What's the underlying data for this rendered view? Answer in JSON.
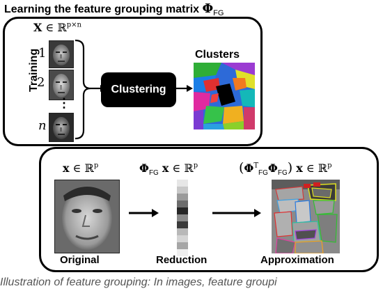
{
  "title": {
    "text": "Learning the feature grouping matrix",
    "symbol": "Φ",
    "subscript": "FG"
  },
  "top_panel": {
    "x_label_bold": "X",
    "x_label_rest": " ∈ ℝ",
    "x_label_sup": "p×n",
    "training_label": "Training",
    "sample_indices": [
      "1",
      "2",
      "n"
    ],
    "ellipsis": "⋮",
    "clustering_label": "Clustering",
    "clusters_label": "Clusters"
  },
  "bottom_panel": {
    "eq1": {
      "bold": "x",
      "rest": " ∈ ℝ",
      "sup": "p"
    },
    "eq2": {
      "phi": "Φ",
      "sub": "FG",
      "bold": "x",
      "rest": " ∈ ℝ",
      "sup": "p"
    },
    "eq3": {
      "open": "(",
      "phi": "Φ",
      "sup_t": "T",
      "sub": "FG",
      "phi2": "Φ",
      "sub2": "FG",
      "close": ")",
      "bold": "x",
      "rest": " ∈ ℝ",
      "sup": "p"
    },
    "original_label": "Original",
    "reduction_label": "Reduction",
    "approximation_label": "Approximation"
  },
  "reduction_vector_shades": [
    "#e6e6e6",
    "#c8c8c8",
    "#9a9a9a",
    "#6c6c6c",
    "#262626",
    "#8a8a8a",
    "#3a3a3a",
    "#b8b8b8",
    "#d4d4d4",
    "#a6a6a6",
    "#efefef"
  ],
  "caption": "Illustration of feature grouping: In images, feature groupi"
}
